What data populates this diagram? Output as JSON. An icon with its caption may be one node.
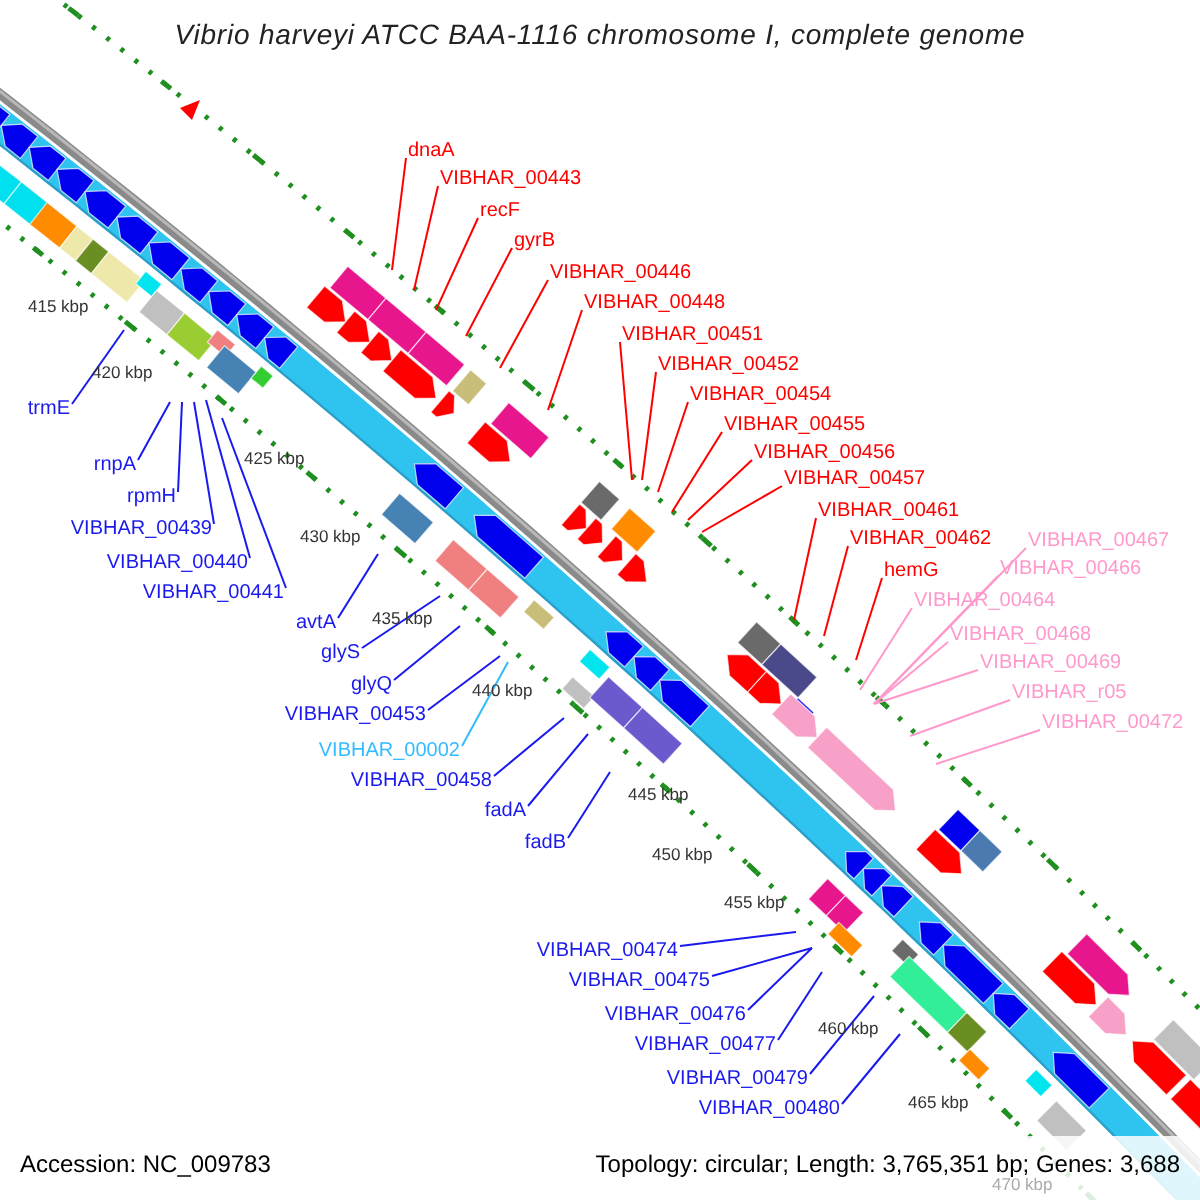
{
  "diagram": {
    "title": "Vibrio harveyi ATCC BAA-1116 chromosome I, complete genome",
    "nodes": [
      {
        "text": [
          "dnaA"
        ]
      },
      {
        "text": [
          "VIBHAR_00443"
        ]
      },
      {
        "text": [
          "recF"
        ]
      },
      {
        "text": [
          "gyrB"
        ]
      },
      {
        "text": [
          "VIBHAR_00446"
        ]
      },
      {
        "text": [
          "VIBHAR_00448"
        ]
      },
      {
        "text": [
          "VIBHAR_00451"
        ]
      },
      {
        "text": [
          "VIBHAR_00452"
        ]
      },
      {
        "text": [
          "VIBHAR_00454"
        ]
      },
      {
        "text": [
          "VIBHAR_00455"
        ]
      },
      {
        "text": [
          "VIBHAR_00456"
        ]
      },
      {
        "text": [
          "VIBHAR_00457"
        ]
      },
      {
        "text": [
          "VIBHAR_00461"
        ]
      },
      {
        "text": [
          "VIBHAR_00462"
        ]
      },
      {
        "text": [
          "hemG"
        ]
      },
      {
        "text": [
          "VIBHAR_00467"
        ]
      },
      {
        "text": [
          "VIBHAR_00466"
        ]
      },
      {
        "text": [
          "VIBHAR_00464"
        ]
      },
      {
        "text": [
          "VIBHAR_00468"
        ]
      },
      {
        "text": [
          "VIBHAR_00469"
        ]
      },
      {
        "text": [
          "VIBHAR_r05"
        ]
      },
      {
        "text": [
          "VIBHAR_00472"
        ]
      },
      {
        "text": [
          "trmE"
        ]
      },
      {
        "text": [
          "rnpA"
        ]
      },
      {
        "text": [
          "rpmH"
        ]
      },
      {
        "text": [
          "VIBHAR_00439"
        ]
      },
      {
        "text": [
          "VIBHAR_00440"
        ]
      },
      {
        "text": [
          "VIBHAR_00441"
        ]
      },
      {
        "text": [
          "avtA"
        ]
      },
      {
        "text": [
          "glyS"
        ]
      },
      {
        "text": [
          "glyQ"
        ]
      },
      {
        "text": [
          "VIBHAR_00453"
        ]
      },
      {
        "text": [
          "VIBHAR_00002"
        ]
      },
      {
        "text": [
          "VIBHAR_00458"
        ]
      },
      {
        "text": [
          "fadA"
        ]
      },
      {
        "text": [
          "fadB"
        ]
      },
      {
        "text": [
          "VIBHAR_00474"
        ]
      },
      {
        "text": [
          "VIBHAR_00475"
        ]
      },
      {
        "text": [
          "VIBHAR_00476"
        ]
      },
      {
        "text": [
          "VIBHAR_00477"
        ]
      },
      {
        "text": [
          "VIBHAR_00479"
        ]
      },
      {
        "text": [
          "VIBHAR_00480"
        ]
      }
    ],
    "edges": [
      {
        "from": 0,
        "to": null,
        "arrow": "none",
        "color": "#ff0000"
      },
      {
        "from": 1,
        "to": null,
        "arrow": "none",
        "color": "#ff0000"
      },
      {
        "from": 2,
        "to": null,
        "arrow": "none",
        "color": "#ff0000"
      },
      {
        "from": 3,
        "to": null,
        "arrow": "none",
        "color": "#ff0000"
      },
      {
        "from": 4,
        "to": null,
        "arrow": "none",
        "color": "#ff0000"
      },
      {
        "from": 5,
        "to": null,
        "arrow": "none",
        "color": "#ff0000"
      },
      {
        "from": 6,
        "to": null,
        "arrow": "none",
        "color": "#ff0000"
      },
      {
        "from": 7,
        "to": null,
        "arrow": "none",
        "color": "#ff0000"
      },
      {
        "from": 8,
        "to": null,
        "arrow": "none",
        "color": "#ff0000"
      },
      {
        "from": 9,
        "to": null,
        "arrow": "none",
        "color": "#ff0000"
      },
      {
        "from": 10,
        "to": null,
        "arrow": "none",
        "color": "#ff0000"
      },
      {
        "from": 11,
        "to": null,
        "arrow": "none",
        "color": "#ff0000"
      },
      {
        "from": 12,
        "to": null,
        "arrow": "none",
        "color": "#ff0000"
      },
      {
        "from": 13,
        "to": null,
        "arrow": "none",
        "color": "#ff0000"
      },
      {
        "from": 14,
        "to": null,
        "arrow": "none",
        "color": "#ff0000"
      },
      {
        "from": 15,
        "to": null,
        "arrow": "none",
        "color": "#ff99cc"
      },
      {
        "from": 16,
        "to": null,
        "arrow": "none",
        "color": "#ff99cc"
      },
      {
        "from": 17,
        "to": null,
        "arrow": "none",
        "color": "#ff99cc"
      },
      {
        "from": 18,
        "to": null,
        "arrow": "none",
        "color": "#ff99cc"
      },
      {
        "from": 19,
        "to": null,
        "arrow": "none",
        "color": "#ff99cc"
      },
      {
        "from": 20,
        "to": null,
        "arrow": "none",
        "color": "#ff99cc"
      },
      {
        "from": 21,
        "to": null,
        "arrow": "none",
        "color": "#ff99cc"
      },
      {
        "from": 22,
        "to": null,
        "arrow": "none"
      },
      {
        "from": 23,
        "to": null,
        "arrow": "none"
      },
      {
        "from": 24,
        "to": null,
        "arrow": "none"
      },
      {
        "from": 25,
        "to": null,
        "arrow": "none"
      },
      {
        "from": 26,
        "to": null,
        "arrow": "none"
      },
      {
        "from": 27,
        "to": null,
        "arrow": "none"
      },
      {
        "from": 28,
        "to": null,
        "arrow": "none"
      },
      {
        "from": 29,
        "to": null,
        "arrow": "none"
      },
      {
        "from": 30,
        "to": null,
        "arrow": "none"
      },
      {
        "from": 31,
        "to": null,
        "arrow": "none"
      },
      {
        "from": 32,
        "to": null,
        "arrow": "none",
        "color": "#33bbff"
      },
      {
        "from": 33,
        "to": null,
        "arrow": "none"
      },
      {
        "from": 34,
        "to": null,
        "arrow": "none"
      },
      {
        "from": 35,
        "to": null,
        "arrow": "none"
      },
      {
        "from": 36,
        "to": null,
        "arrow": "none"
      },
      {
        "from": 37,
        "to": null,
        "arrow": "none"
      },
      {
        "from": 38,
        "to": null,
        "arrow": "none"
      },
      {
        "from": 39,
        "to": null,
        "arrow": "none"
      },
      {
        "from": 40,
        "to": null,
        "arrow": "none"
      },
      {
        "from": 41,
        "to": null,
        "arrow": "none"
      }
    ],
    "labels": [
      "415 kbp",
      "420 kbp",
      "425 kbp",
      "430 kbp",
      "435 kbp",
      "440 kbp",
      "445 kbp",
      "450 kbp",
      "455 kbp",
      "460 kbp",
      "465 kbp",
      "470 kbp",
      "Accession: NC_009783",
      "Topology: circular; Length: 3,765,351 bp; Genes: 3,688"
    ]
  }
}
